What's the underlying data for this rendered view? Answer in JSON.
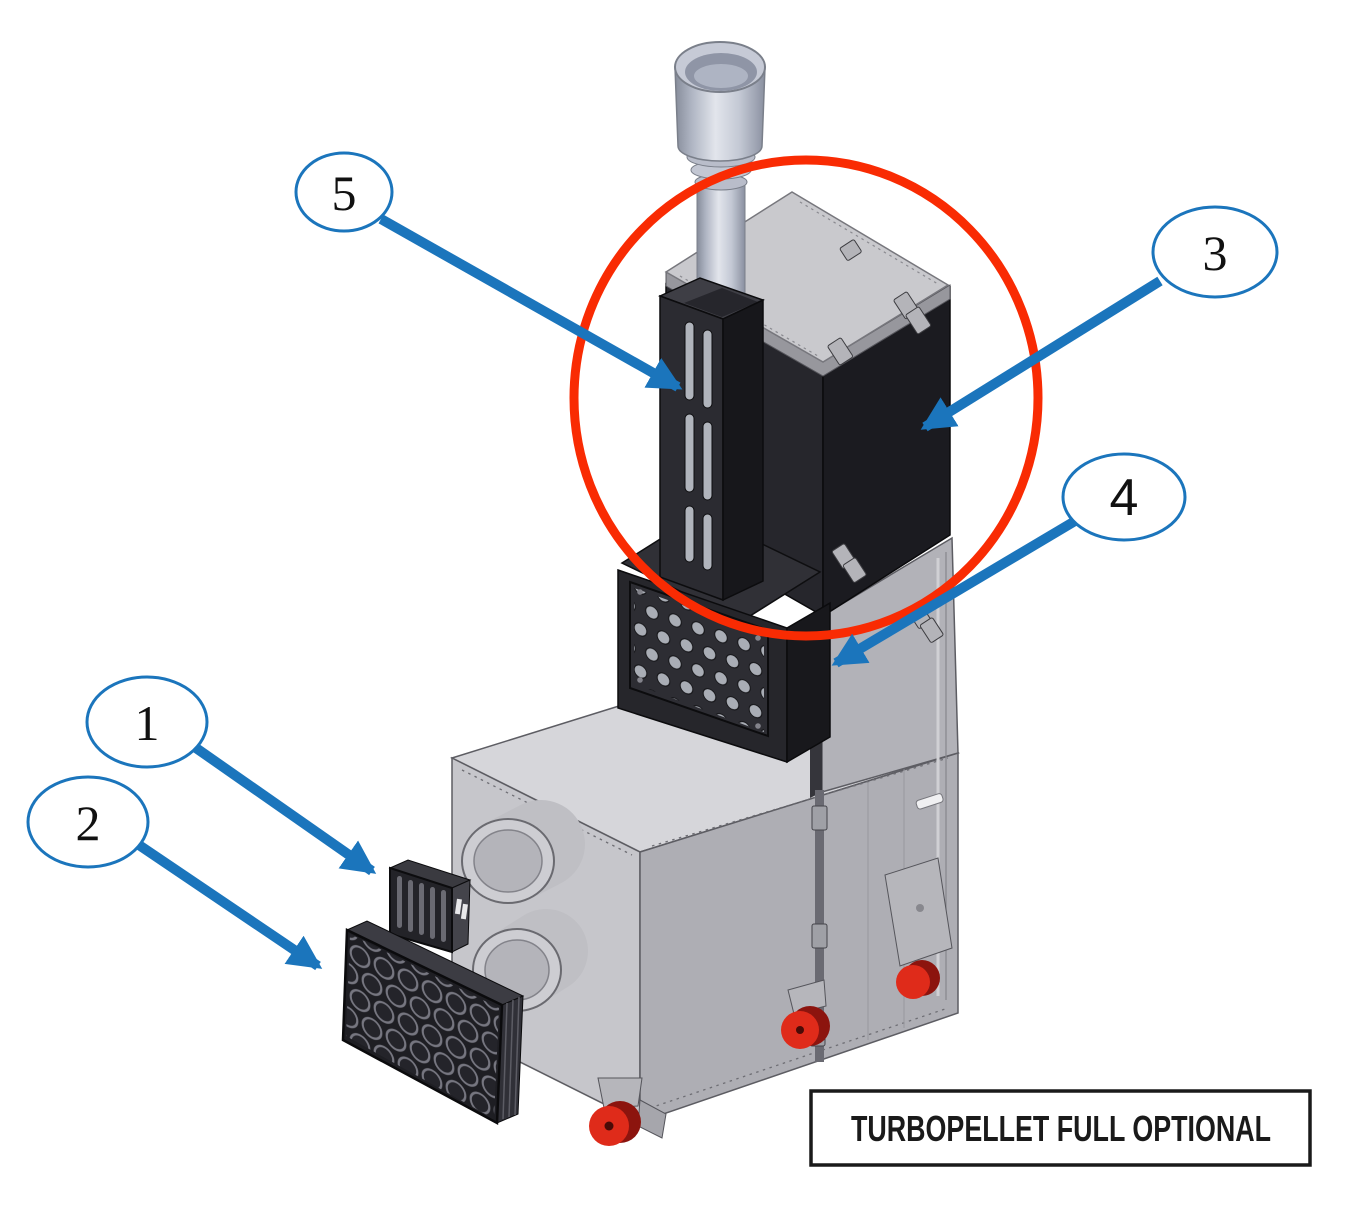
{
  "figure": {
    "caption": "TURBOPELLET FULL OPTIONAL"
  },
  "callouts": [
    {
      "number": "1"
    },
    {
      "number": "2"
    },
    {
      "number": "3"
    },
    {
      "number": "4"
    },
    {
      "number": "5"
    }
  ],
  "colors": {
    "annotation_blue": "#1B75BC",
    "highlight_red": "#F92B03",
    "caption_border": "#1A1A1A",
    "caster_red": "#DF2B1A"
  }
}
